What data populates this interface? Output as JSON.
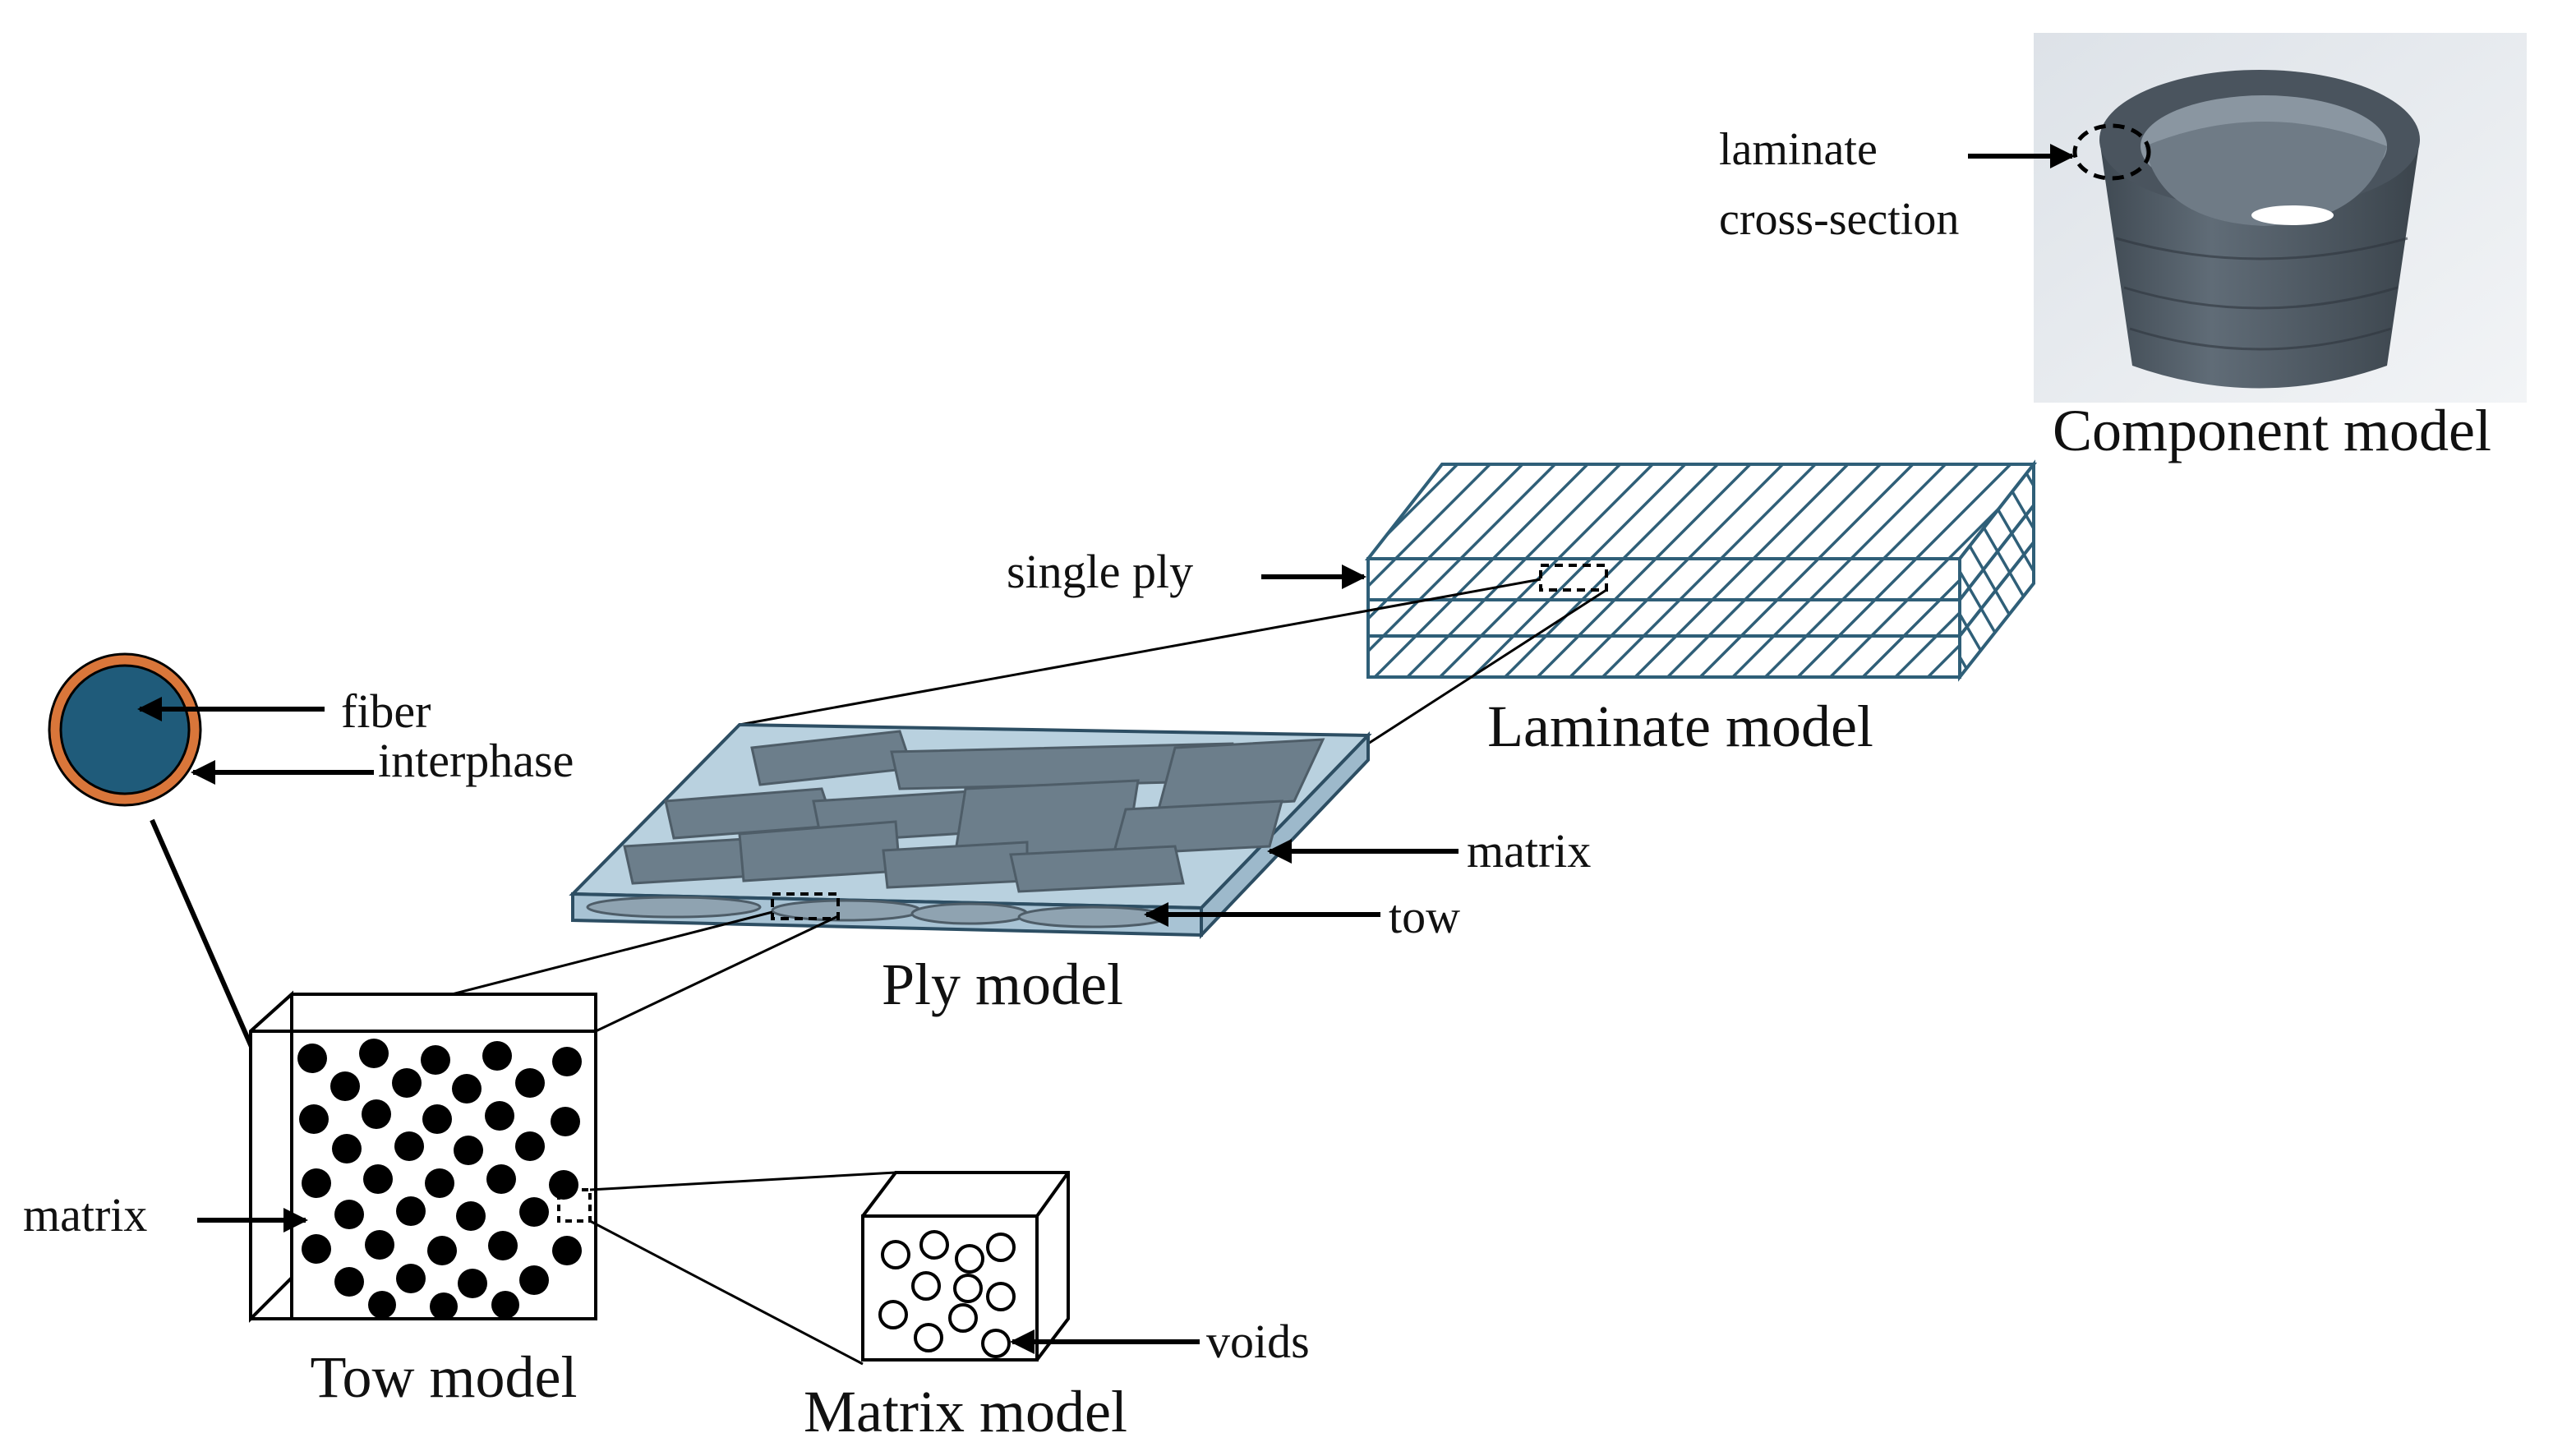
{
  "colors": {
    "fiber_core": "#1f5b7a",
    "interphase": "#d9763a",
    "ply_matrix": "#b7d0df",
    "tow": "#6d7f8c",
    "laminate_hatch": "#2f5f78",
    "component_bg": "#e3e7ec",
    "component_body": "#55606b"
  },
  "component": {
    "title": "Component model",
    "label_line1": "laminate",
    "label_line2": "cross-section"
  },
  "laminate": {
    "title": "Laminate model",
    "label_single_ply": "single ply"
  },
  "ply": {
    "title": "Ply model",
    "label_matrix": "matrix",
    "label_tow": "tow"
  },
  "fiber": {
    "label_fiber": "fiber",
    "label_interphase": "interphase"
  },
  "tow_model": {
    "title": "Tow model",
    "label_matrix": "matrix"
  },
  "matrix_model": {
    "title": "Matrix model",
    "label_voids": "voids"
  }
}
